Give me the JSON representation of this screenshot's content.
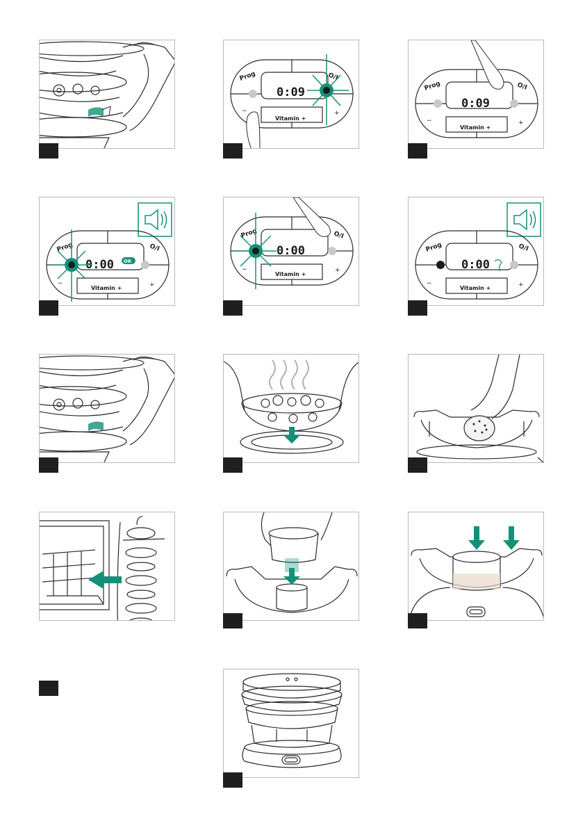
{
  "colors": {
    "accent": "#139178",
    "line": "#2a2a2a",
    "border": "#b9b9b9",
    "tab": "#1f1f1f",
    "lcd_ok": "#139178"
  },
  "panel": {
    "prog_label": "Prog",
    "power_label": "O/I",
    "vitamin_label": "Vitamin +",
    "minus": "−",
    "plus": "+",
    "time_start": "0:09",
    "time_zero": "0:00",
    "ok_badge": "OK"
  },
  "icons": [
    "speaker-icon",
    "arrow-down-icon",
    "arrow-left-icon",
    "steam-icon",
    "cross-icon",
    "finger-icon"
  ]
}
